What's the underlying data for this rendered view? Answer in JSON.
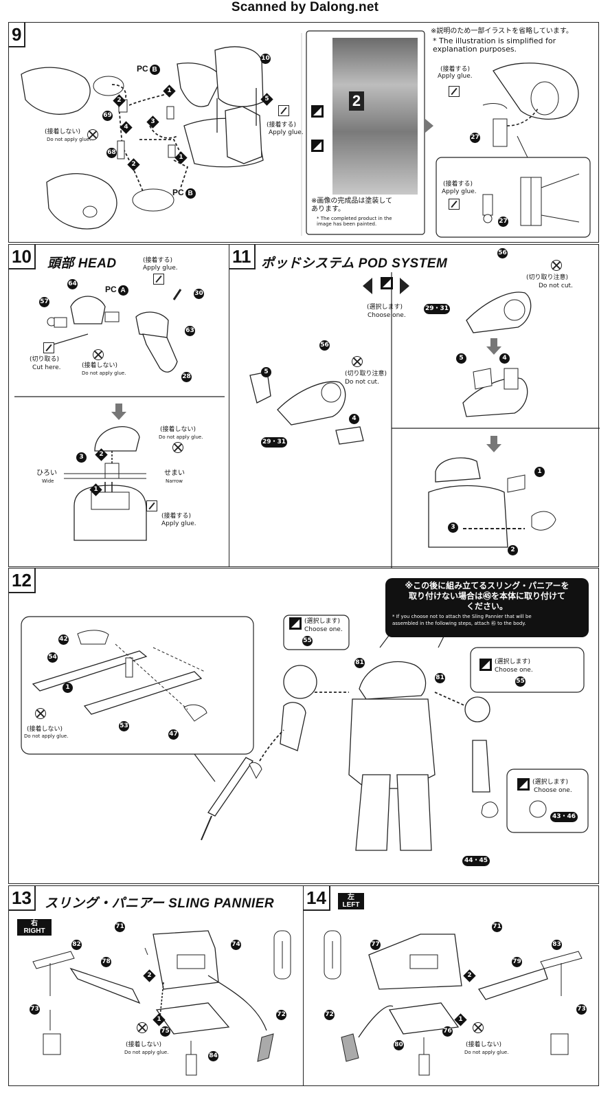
{
  "header": {
    "scan_credit": "Scanned by Dalong.net"
  },
  "step9": {
    "number": "9",
    "pc_b1": "PC",
    "pc_b2": "PC",
    "pc_letter": "B",
    "parts": [
      "10",
      "69",
      "68"
    ],
    "no_glue_jp": "(接着しない)",
    "no_glue_en": "Do not apply glue.",
    "apply_glue_jp": "(接着する)",
    "apply_glue_en": "Apply glue.",
    "seq": [
      "1",
      "2",
      "3",
      "4",
      "5",
      "1",
      "2"
    ],
    "photo_badge": "2",
    "photo_note_jp": "※画像の完成品は塗装して\nあります。",
    "photo_note_en": "* The completed product in the\nimage has been painted.",
    "simplified_jp": "※説明のため一部イラストを省略しています。",
    "simplified_en": "* The illustration is simplified for\nexplanation purposes.",
    "right_glue_jp": "(接着する)",
    "right_glue_en": "Apply glue.",
    "part27": "27",
    "inset_glue_jp": "(接着する)",
    "inset_glue_en": "Apply glue."
  },
  "step10": {
    "number": "10",
    "title_jp": "頭部",
    "title_en": "HEAD",
    "pc_label": "PC",
    "pc_letter": "A",
    "apply_glue_jp": "(接着する)",
    "apply_glue_en": "Apply glue.",
    "cut_jp": "(切り取る)",
    "cut_en": "Cut here.",
    "no_glue_jp": "(接着しない)",
    "no_glue_en": "Do not apply glue.",
    "no_glue2_jp": "(接着しない)",
    "no_glue2_en": "Do not apply glue.",
    "wide_jp": "ひろい",
    "wide_en": "Wide",
    "narrow_jp": "せまい",
    "narrow_en": "Narrow",
    "apply_glue2_jp": "(接着する)",
    "apply_glue2_en": "Apply glue.",
    "parts": [
      "64",
      "57",
      "30",
      "63",
      "28"
    ],
    "seq": [
      "1",
      "2",
      "3"
    ]
  },
  "step11": {
    "number": "11",
    "title_jp": "ポッドシステム",
    "title_en": "POD SYSTEM",
    "choose_jp": "(選択します)",
    "choose_en": "Choose one.",
    "dont_cut_jp": "(切り取り注意)",
    "dont_cut_en": "Do not cut.",
    "dont_cut2_jp": "(切り取り注意)",
    "dont_cut2_en": "Do not cut.",
    "parts_left": [
      "56",
      "5",
      "29・31",
      "4"
    ],
    "parts_right": [
      "56",
      "29・31",
      "5",
      "4"
    ],
    "seq": [
      "1",
      "3",
      "2"
    ]
  },
  "step12": {
    "number": "12",
    "bubble_jp": "※この後に組み立てるスリング・パニアーを\n取り付けない場合は㊺を本体に取り付けて\nください。",
    "bubble_en": "* If you choose not to attach the Sling Pannier that will be\nassembled in the following steps, attach ㊺ to the body.",
    "choose1_jp": "(選択します)",
    "choose1_en": "Choose one.",
    "choose2_jp": "(選択します)",
    "choose2_en": "Choose one.",
    "choose3_jp": "(選択します)",
    "choose3_en": "Choose one.",
    "no_glue_jp": "(接着しない)",
    "no_glue_en": "Do not apply glue.",
    "parts": [
      "42",
      "54",
      "53",
      "47",
      "81",
      "81",
      "55",
      "55",
      "43・46",
      "44・45"
    ],
    "seq": [
      "1"
    ]
  },
  "step13": {
    "number": "13",
    "title_jp": "スリング・パニアー",
    "title_en": "SLING PANNIER",
    "side_jp": "右",
    "side_en": "RIGHT",
    "no_glue_jp": "(接着しない)",
    "no_glue_en": "Do not apply glue.",
    "parts": [
      "71",
      "82",
      "74",
      "78",
      "73",
      "72",
      "75",
      "84"
    ],
    "seq": [
      "1",
      "2"
    ]
  },
  "step14": {
    "number": "14",
    "side_jp": "左",
    "side_en": "LEFT",
    "no_glue_jp": "(接着しない)",
    "no_glue_en": "Do not apply glue.",
    "parts": [
      "71",
      "77",
      "83",
      "79",
      "72",
      "76",
      "80",
      "73"
    ],
    "seq": [
      "1",
      "2"
    ]
  }
}
